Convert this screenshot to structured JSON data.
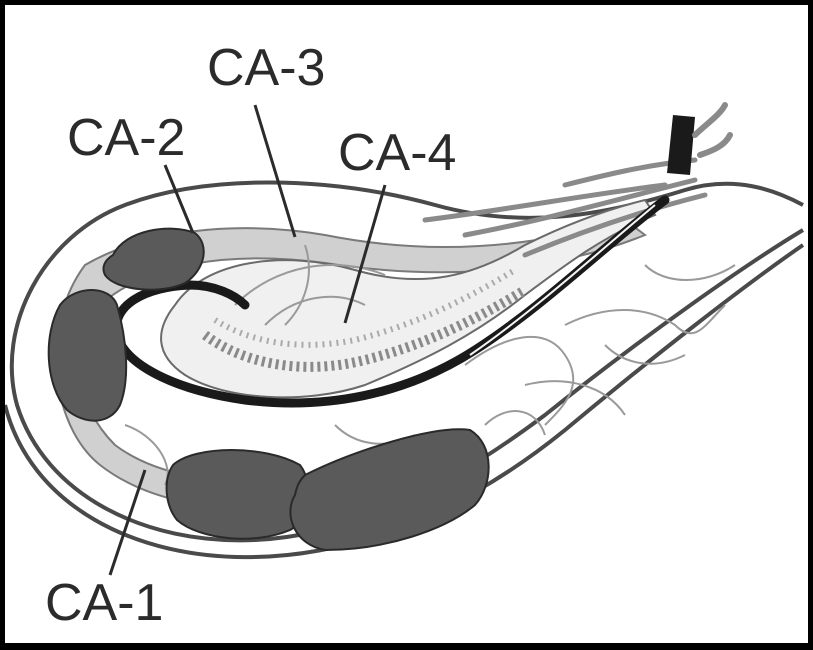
{
  "figure": {
    "labels": {
      "ca1": "CA-1",
      "ca2": "CA-2",
      "ca3": "CA-3",
      "ca4": "CA-4"
    }
  },
  "colors": {
    "frame": "#000000",
    "background": "#ffffff",
    "outline": "#4a4a4a",
    "pyramidal_layer": "#1a1a1a",
    "dark_region": "#5a5a5a",
    "light_region": "#d0d0d0",
    "vessels": "#9a9a9a",
    "label_text": "#2b2b2b"
  }
}
